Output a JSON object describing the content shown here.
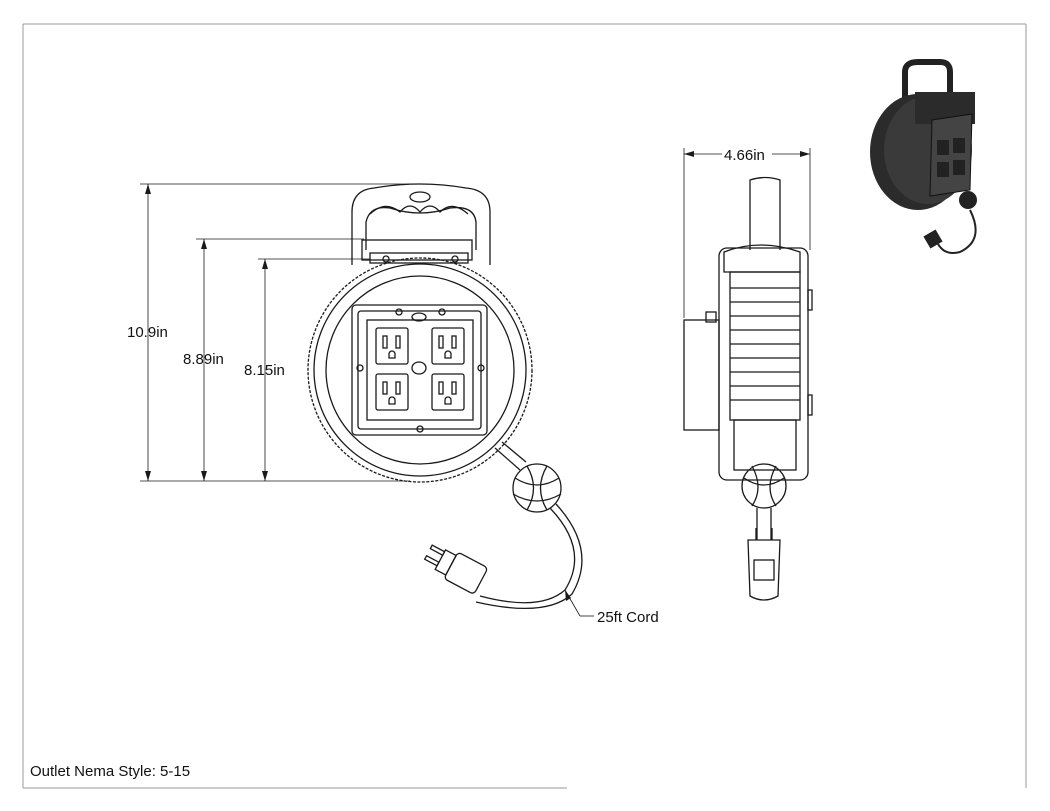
{
  "dimensions": {
    "height_overall": "10.9in",
    "height_mid": "8.89in",
    "height_inner": "8.15in",
    "width_side": "4.66in"
  },
  "callouts": {
    "cord": "25ft Cord"
  },
  "note": "Outlet Nema Style: 5-15",
  "colors": {
    "line": "#1a1a1a",
    "frame": "#999999",
    "render_body": "#2b2b2b",
    "render_panel": "#3a3a3a"
  }
}
